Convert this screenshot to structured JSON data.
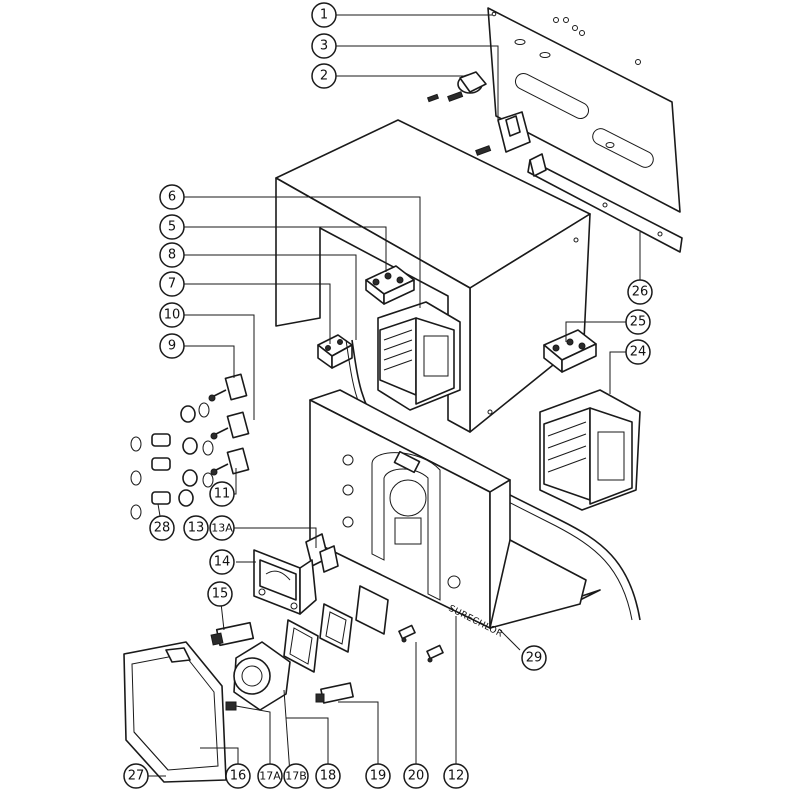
{
  "brand_label": "SURECHLOR",
  "callouts": [
    {
      "id": "c1",
      "label": "1"
    },
    {
      "id": "c3",
      "label": "3"
    },
    {
      "id": "c2",
      "label": "2"
    },
    {
      "id": "c6",
      "label": "6"
    },
    {
      "id": "c5",
      "label": "5"
    },
    {
      "id": "c8",
      "label": "8"
    },
    {
      "id": "c7",
      "label": "7"
    },
    {
      "id": "c10",
      "label": "10"
    },
    {
      "id": "c9",
      "label": "9"
    },
    {
      "id": "c26",
      "label": "26"
    },
    {
      "id": "c25",
      "label": "25"
    },
    {
      "id": "c24",
      "label": "24"
    },
    {
      "id": "c11",
      "label": "11"
    },
    {
      "id": "c28",
      "label": "28"
    },
    {
      "id": "c13",
      "label": "13"
    },
    {
      "id": "c13a",
      "label": "13A"
    },
    {
      "id": "c14",
      "label": "14"
    },
    {
      "id": "c15",
      "label": "15"
    },
    {
      "id": "c29",
      "label": "29"
    },
    {
      "id": "c27",
      "label": "27"
    },
    {
      "id": "c16",
      "label": "16"
    },
    {
      "id": "c17a",
      "label": "17A"
    },
    {
      "id": "c17b",
      "label": "17B"
    },
    {
      "id": "c18",
      "label": "18"
    },
    {
      "id": "c19",
      "label": "19"
    },
    {
      "id": "c20",
      "label": "20"
    },
    {
      "id": "c12",
      "label": "12"
    }
  ]
}
